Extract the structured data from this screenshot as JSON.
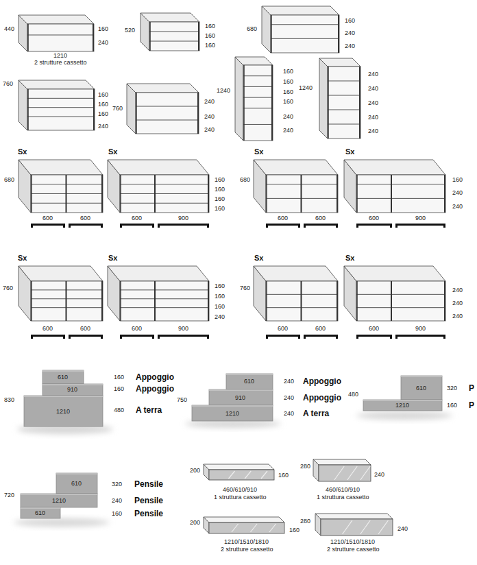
{
  "diagram": {
    "labels": [
      "440",
      "160",
      "240",
      "1210",
      "2 strutture cassetto",
      "520",
      "160",
      "160",
      "160",
      "680",
      "160",
      "240",
      "240",
      "760",
      "160",
      "160",
      "160",
      "240",
      "760",
      "1240",
      "240",
      "240",
      "240",
      "160",
      "160",
      "160",
      "160",
      "240",
      "240",
      "1240",
      "240",
      "240",
      "240",
      "240",
      "240",
      "Sx",
      "Sx",
      "Sx",
      "Sx",
      "680",
      "600",
      "600",
      "600",
      "900",
      "160",
      "160",
      "160",
      "160",
      "680",
      "600",
      "600",
      "600",
      "900",
      "160",
      "240",
      "240",
      "Sx",
      "Sx",
      "Sx",
      "Sx",
      "760",
      "600",
      "600",
      "600",
      "900",
      "160",
      "160",
      "160",
      "240",
      "760",
      "600",
      "600",
      "600",
      "900",
      "240",
      "240",
      "240",
      "610",
      "910",
      "1210",
      "160",
      "160",
      "480",
      "Appoggio",
      "Appoggio",
      "A terra",
      "830",
      "750",
      "610",
      "910",
      "1210",
      "240",
      "240",
      "240",
      "Appoggio",
      "Appoggio",
      "A terra",
      "480",
      "610",
      "1210",
      "320",
      "160",
      "P",
      "P",
      "320",
      "Pensile",
      "240",
      "Pensile",
      "160",
      "Pensile",
      "720",
      "610",
      "1210",
      "610",
      "200",
      "160",
      "460/610/910",
      "1 struttura cassetto",
      "280",
      "240",
      "460/610/910",
      "1 struttura cassetto",
      "200",
      "160",
      "1210/1510/1810",
      "2 strutture cassetto",
      "280",
      "240",
      "1210/1510/1810",
      "2 strutture cassetto"
    ]
  }
}
